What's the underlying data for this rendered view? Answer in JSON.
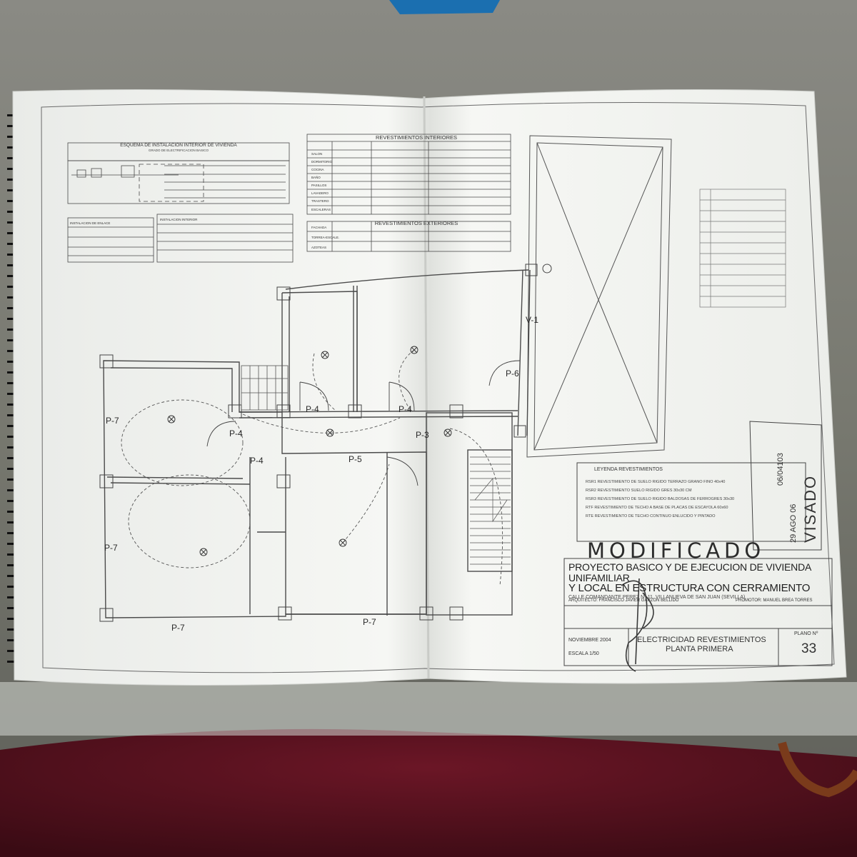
{
  "plan": {
    "schema_title": "ESQUEMA DE INSTALACION INTERIOR DE VIVIENDA",
    "schema_subtitle": "GRADO DE ELECTRIFICACION BASICO",
    "schema_legend_left_title": "INSTALACION DE ENLACE",
    "schema_legend_right_title": "INSTALACION INTERIOR",
    "interiores_title": "REVESTIMIENTOS INTERIORES",
    "exteriores_title": "REVESTIMIENTOS EXTERIORES",
    "room_names": [
      "SALON",
      "DORMITORIO",
      "COCINA",
      "BAÑO",
      "PASILLOS",
      "LAVADERO",
      "TRASTERO",
      "ESCALERAS"
    ],
    "ext_names": [
      "FACHADA",
      "TORREA-ESCALE.",
      "AZOTEAS"
    ],
    "door_labels": {
      "p4_top": "P-4",
      "p4_top_right": "P-4",
      "p4_mid": "P-4",
      "p4_lower": "P-4",
      "p3": "P-3",
      "p5": "P-5",
      "p6": "P-6",
      "p7_left_upper": "P-7",
      "p7_left_lower": "P-7",
      "p7_bottom_left": "P-7",
      "p7_bottom_mid": "P-7",
      "v1": "V-1"
    },
    "leyenda": {
      "title": "LEYENDA REVESTIMIENTOS",
      "lines": [
        "RSR1 REVESTIMIENTO DE SUELO RIGIDO TERRAZO GRANO FINO 40x40",
        "RSR2 REVESTIMIENTO SUELO RIGIDO GRES 30x30 CM",
        "RSR3 REVESTIMIENTO DE SUELO RIGIDO BALDOSAS DE FERROGRES 30x30",
        "RTF REVESTIMIENTO DE TECHO A BASE DE PLACAS DE ESCAYOLA 60x60",
        "RTE REVESTIMIENTO DE TECHO CONTINUO ENLUCIDO Y PINTADO"
      ]
    },
    "stamp": {
      "modificado": "MODIFICADO",
      "visado": "VISADO",
      "date": "29 AGO 06",
      "number": "06/04103"
    },
    "cartouche": {
      "project_line1": "PROYECTO BASICO Y DE EJECUCION DE VIVIENDA UNIFAMILIAR",
      "project_line2": "Y LOCAL EN ESTRUCTURA CON CERRAMIENTO",
      "address": "CALLE COMANDANTE PEREZ Nº 11, VILLANUEVA DE SAN JUAN (SEVILLA)",
      "architect": "ARQUITECTO: FRANCISCO JAVIER GARZON BELLIDO",
      "promoter": "PROMOTOR: MANUEL BREA TORRES",
      "date": "NOVIEMBRE 2004",
      "scale": "ESCALA 1/50",
      "sheet_title1": "ELECTRICIDAD REVESTIMIENTOS",
      "sheet_title2": "PLANTA PRIMERA",
      "plano_label": "PLANO Nº",
      "plano_number": "33"
    }
  },
  "colors": {
    "background": "#6f706c",
    "paper": "#f4f5f2",
    "ink": "#3a3a3a",
    "red_cloth": "#5a1320",
    "blue_object": "#1b6fb0"
  }
}
